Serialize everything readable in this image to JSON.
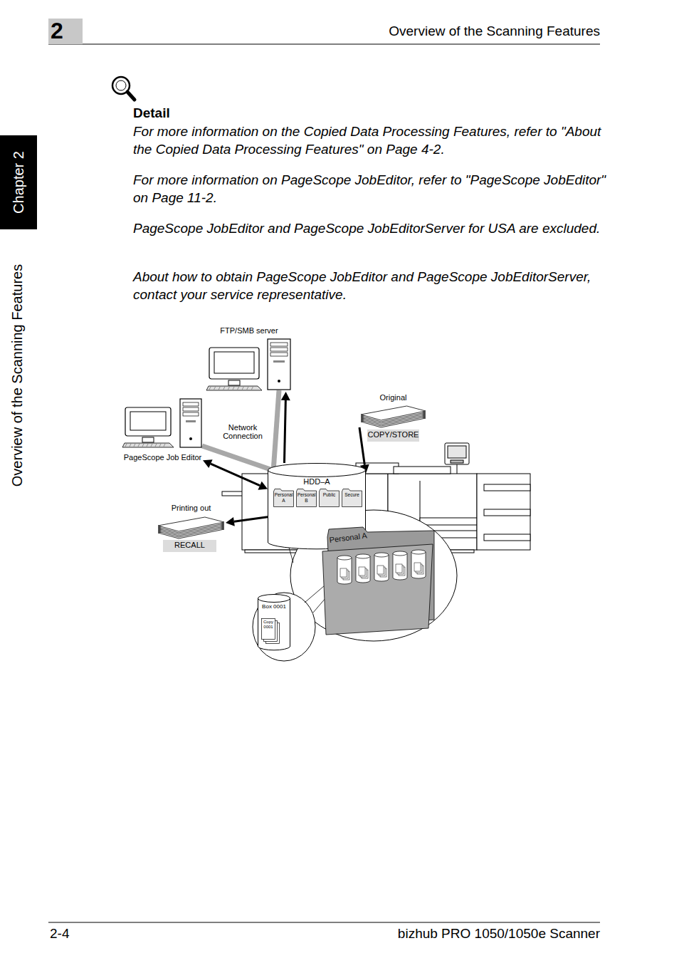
{
  "diagram": {
    "nodes": [
      {
        "text": [
          "2"
        ]
      },
      {
        "text": [
          "Chapter 2"
        ]
      },
      {
        "text": [
          "FTP/SMB server"
        ]
      },
      {
        "text": [
          "PageScope Job Editor"
        ]
      },
      {
        "text": [
          "Original"
        ]
      },
      {
        "text": [
          "COPY/STORE"
        ]
      },
      {
        "text": [
          "HDD–A"
        ]
      },
      {
        "text": [
          "Personal A"
        ],
        "in": 6
      },
      {
        "text": [
          "Personal B"
        ],
        "in": 6
      },
      {
        "text": [
          "Public"
        ],
        "in": 6
      },
      {
        "text": [
          "Secure"
        ],
        "in": 6
      },
      {
        "text": [
          "Printing out"
        ]
      },
      {
        "text": [
          "RECALL"
        ]
      },
      {
        "text": [
          "Personal A"
        ]
      },
      {
        "text": [
          "Box 0001"
        ]
      },
      {
        "text": [
          "Copy 0001"
        ],
        "in": 14
      }
    ],
    "edges": [
      {
        "from": 3,
        "to": 6,
        "arrow": "both",
        "label": "Network Connection"
      },
      {
        "from": 6,
        "to": 2,
        "arrow": "to"
      },
      {
        "from": 4,
        "to": 6,
        "arrow": "to"
      },
      {
        "from": 6,
        "to": 11,
        "arrow": "to"
      }
    ],
    "labels": [
      "Overview of the Scanning Features",
      "Overview of the Scanning Features",
      "Detail",
      "For more information on the Copied Data Processing Features, refer to \"About the Copied Data Processing Features\" on Page 4-2.",
      "For more information on PageScope JobEditor, refer to \"PageScope JobEditor\" on Page 11-2.",
      "PageScope JobEditor and PageScope JobEditorServer for USA are excluded.",
      "About how to obtain PageScope JobEditor and PageScope JobEditorServer, contact your service representative.",
      "2-4",
      "bizhub PRO 1050/1050e Scanner"
    ]
  }
}
